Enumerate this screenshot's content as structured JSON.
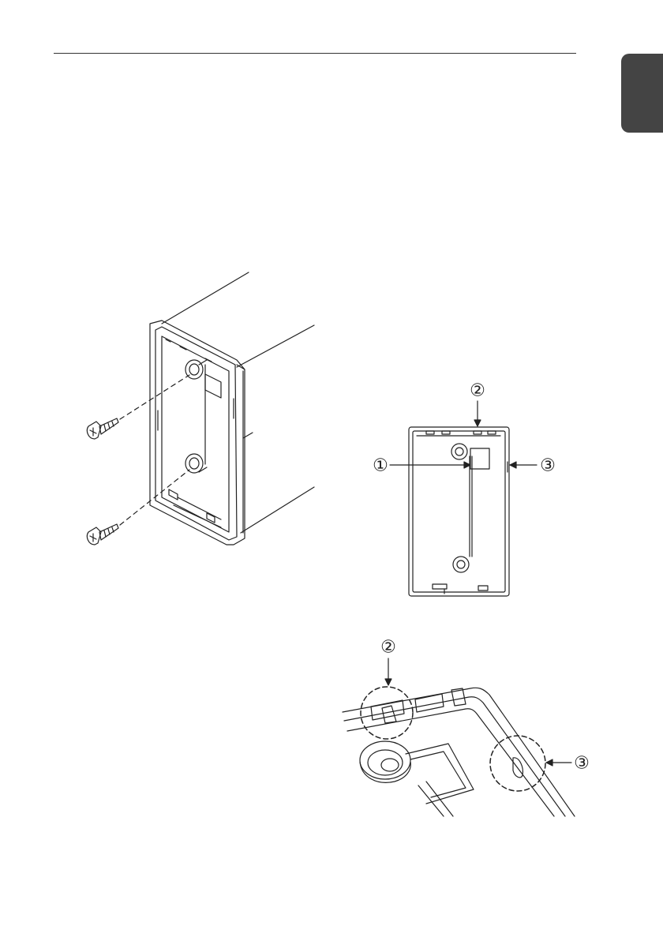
{
  "callouts": {
    "fig2_top": "②",
    "fig2_left": "①",
    "fig2_right": "③",
    "fig3_left": "②",
    "fig3_right": "③"
  },
  "colors": {
    "line": "#222222",
    "tab": "#444444",
    "rule": "#333333"
  }
}
